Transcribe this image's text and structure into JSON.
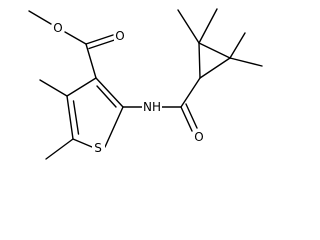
{
  "molecule": {
    "atoms": {
      "o_carbonyl_ester": "O",
      "o_ether_ester": "O",
      "s_thiophene": "S",
      "nh_amide": "NH",
      "o_carbonyl_amide": "O"
    }
  }
}
